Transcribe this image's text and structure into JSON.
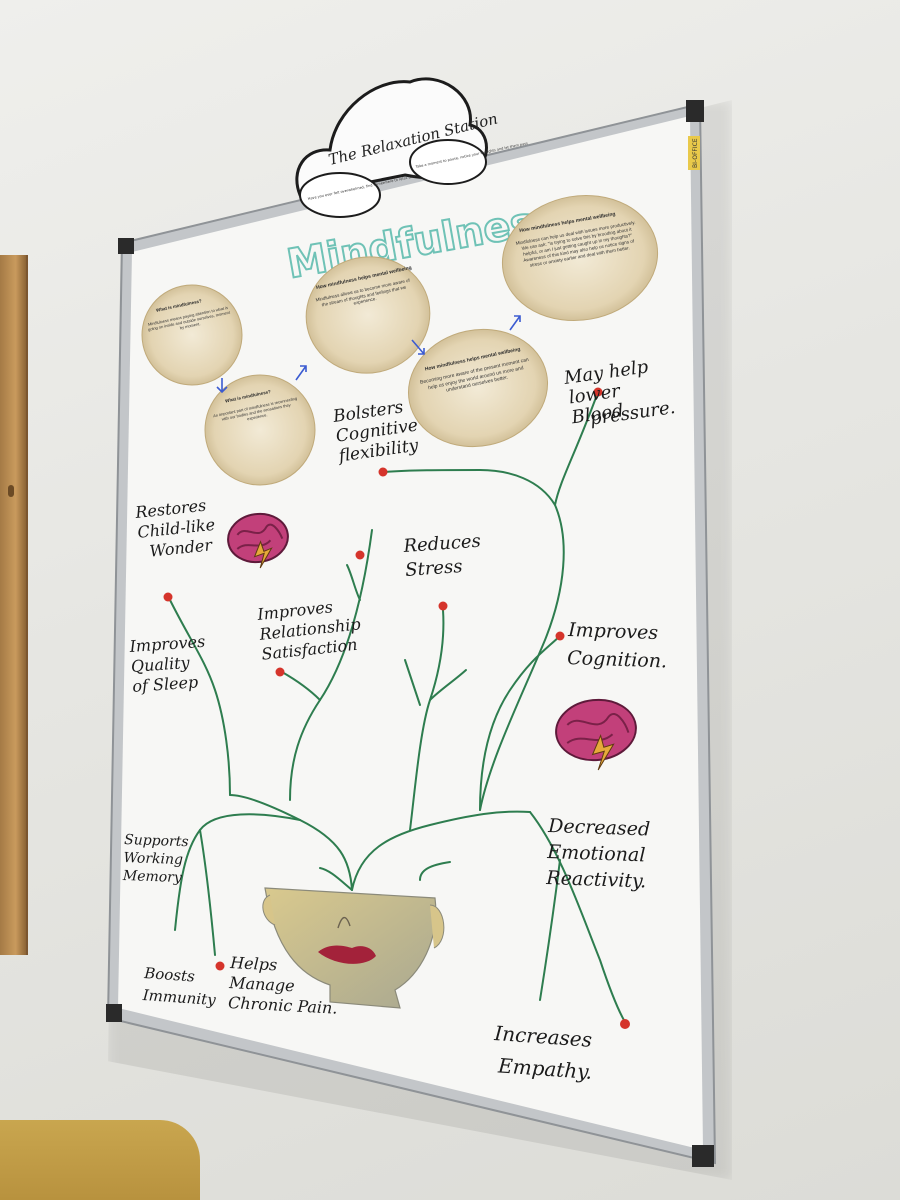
{
  "cloud_sign": {
    "title": "The Relaxation Station",
    "left_note": "Have you ever felt overwhelmed, find somewhere to relax and take a moment",
    "right_note": "Take a moment to pause, notice your thoughts and let them pass"
  },
  "board_title": "Mindfulness",
  "board_brand": "BI-OFFICE",
  "info_bubbles": [
    {
      "title": "What is mindfulness?",
      "body": "Mindfulness means paying attention to what is going on inside and outside ourselves, moment by moment."
    },
    {
      "title": "What is mindfulness?",
      "body": "An important part of mindfulness is reconnecting with our bodies and the sensations they experience."
    },
    {
      "title": "How mindfulness helps mental wellbeing",
      "body": "Mindfulness allows us to become more aware of the stream of thoughts and feelings that we experience."
    },
    {
      "title": "How mindfulness helps mental wellbeing",
      "body": "Becoming more aware of the present moment can help us enjoy the world around us more and understand ourselves better."
    },
    {
      "title": "How mindfulness helps mental wellbeing",
      "body": "Mindfulness can help us deal with issues more productively. We can ask: \"Is trying to solve this by brooding about it helpful, or am I just getting caught up in my thoughts?\" Awareness of this kind may also help us notice signs of stress or anxiety earlier and deal with them better."
    }
  ],
  "benefits": {
    "bolsters": [
      "Bolsters",
      "Cognitive",
      "flexibility"
    ],
    "blood_pressure": [
      "May help",
      "lower",
      "Blood",
      "pressure."
    ],
    "child_wonder": [
      "Restores",
      "Child-like",
      "Wonder"
    ],
    "reduces_stress": [
      "Reduces",
      "Stress"
    ],
    "relationship": [
      "Improves",
      "Relationship",
      "Satisfaction"
    ],
    "sleep": [
      "Improves",
      "Quality",
      "of Sleep"
    ],
    "cognition": [
      "Improves",
      "Cognition."
    ],
    "emotional": [
      "Decreased",
      "Emotional",
      "Reactivity."
    ],
    "working_memory": [
      "Supports",
      "Working",
      "Memory"
    ],
    "immunity": [
      "Boosts",
      "Immunity"
    ],
    "chronic_pain": [
      "Helps",
      "Manage",
      "Chronic Pain."
    ],
    "empathy": [
      "Increases",
      "Empathy."
    ]
  },
  "colors": {
    "branch": "#2e7d4f",
    "dot": "#d5342b",
    "title_teal": "#6fc2b6",
    "bubble_fill": "#e8dcc0",
    "brain": "#c2407a",
    "board": "#f6f6f4",
    "frame": "#b9bcbf"
  }
}
